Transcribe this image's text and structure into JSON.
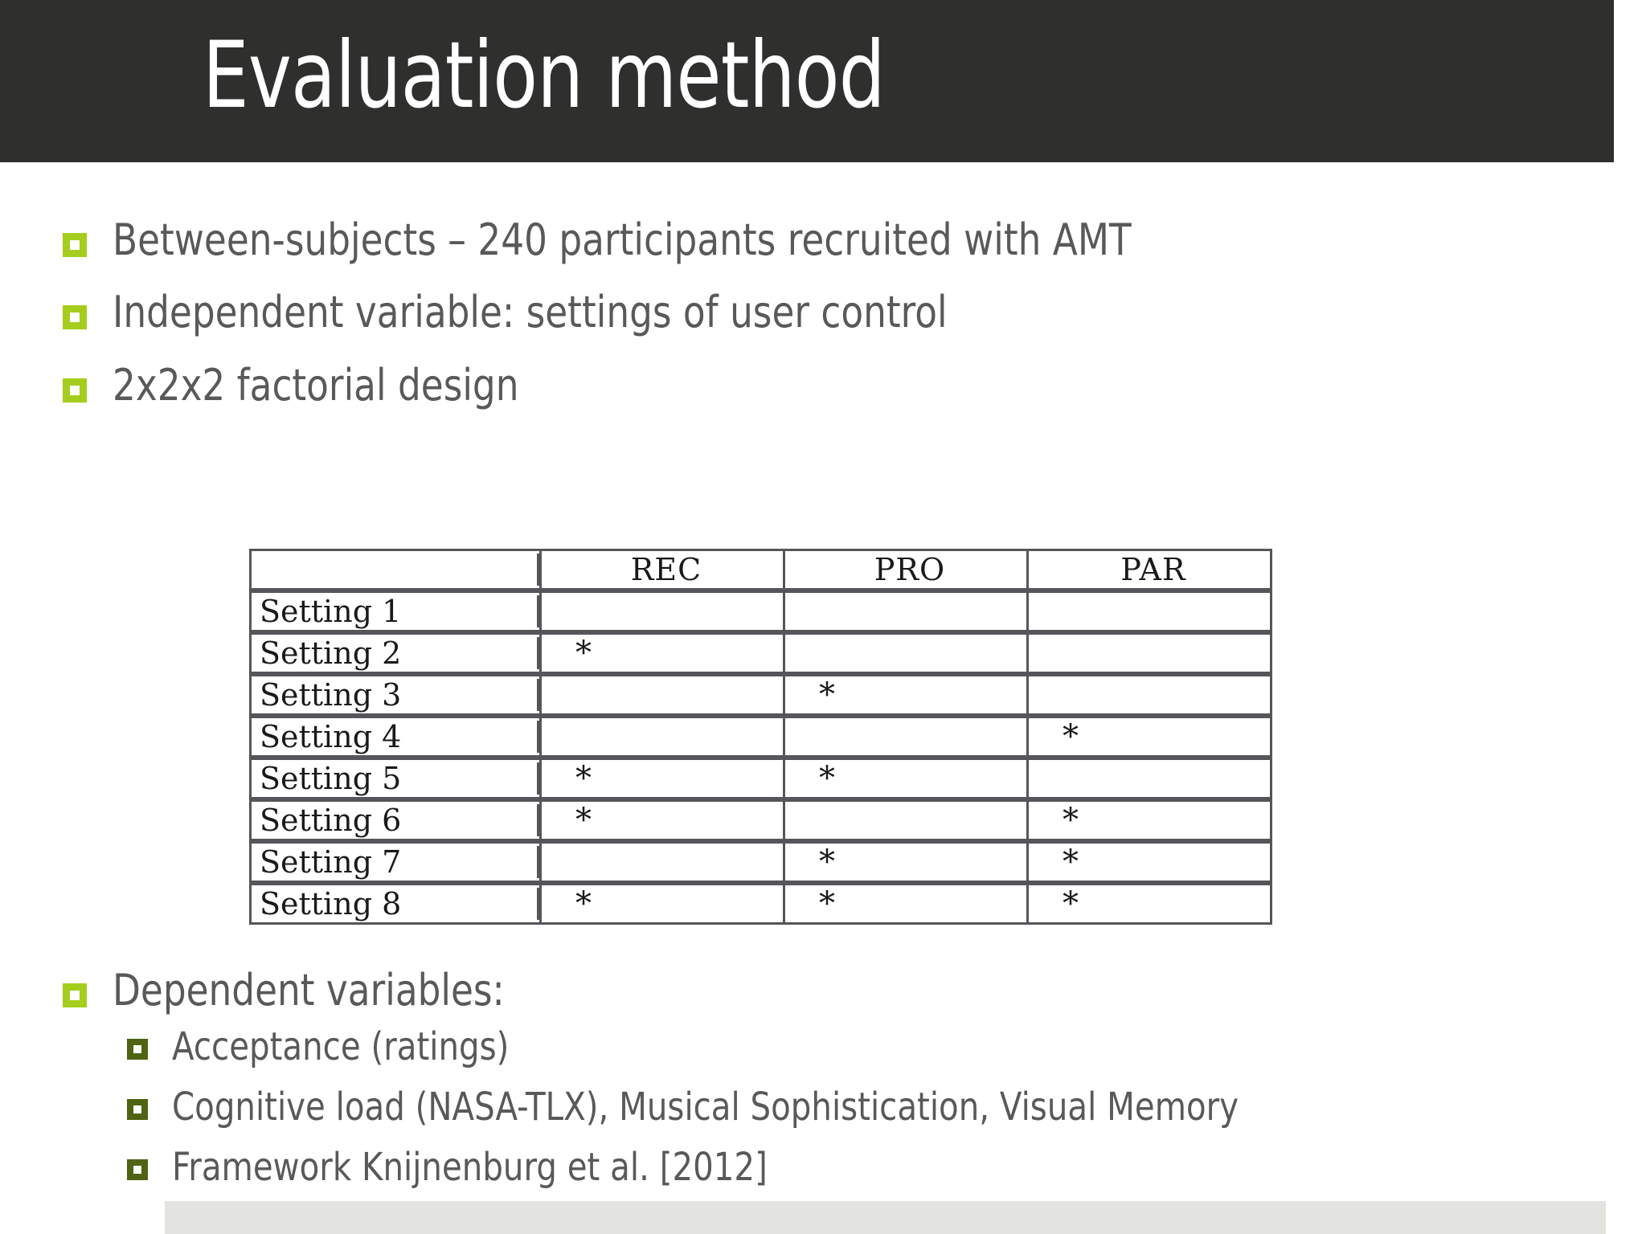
{
  "slide": {
    "title": "Evaluation method",
    "title_bar_color": "#2F2F2E",
    "body_text_color": "#595959",
    "bullet_level1_color": "#A5CD1E",
    "bullet_level2_color": "#4E6413",
    "bottom_panel_color": "#E3E3DF"
  },
  "bullets": [
    {
      "level": 1,
      "text": "Between-subjects – 240 participants recruited with AMT"
    },
    {
      "level": 1,
      "text": "Independent variable:  settings of user control"
    },
    {
      "level": 1,
      "text": "2x2x2 factorial design"
    },
    {
      "level": 1,
      "text": "Dependent variables:"
    },
    {
      "level": 2,
      "text": "Acceptance (ratings)"
    },
    {
      "level": 2,
      "text": "Cognitive load (NASA-TLX), Musical Sophistication, Visual Memory"
    },
    {
      "level": 2,
      "text": "Framework Knijnenburg et al. [2012]"
    }
  ],
  "design_table": {
    "columns": [
      "",
      "REC",
      "PRO",
      "PAR"
    ],
    "mark": "*",
    "rows": [
      {
        "name": "Setting 1",
        "rec": "",
        "pro": "",
        "par": ""
      },
      {
        "name": "Setting 2",
        "rec": "*",
        "pro": "",
        "par": ""
      },
      {
        "name": "Setting 3",
        "rec": "",
        "pro": "*",
        "par": ""
      },
      {
        "name": "Setting 4",
        "rec": "",
        "pro": "",
        "par": "*"
      },
      {
        "name": "Setting 5",
        "rec": "*",
        "pro": "*",
        "par": ""
      },
      {
        "name": "Setting 6",
        "rec": "*",
        "pro": "",
        "par": "*"
      },
      {
        "name": "Setting 7",
        "rec": "",
        "pro": "*",
        "par": "*"
      },
      {
        "name": "Setting 8",
        "rec": "*",
        "pro": "*",
        "par": "*"
      }
    ]
  }
}
